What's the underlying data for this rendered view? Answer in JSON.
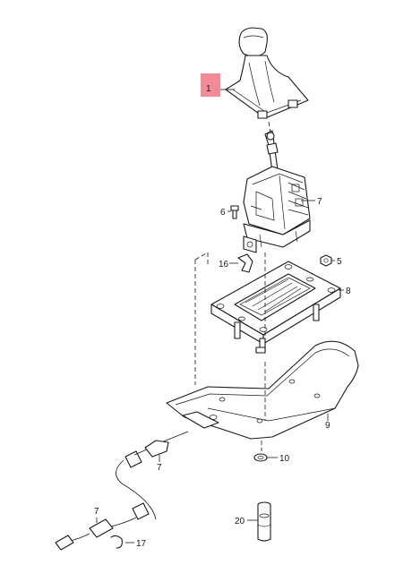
{
  "callouts": [
    {
      "id": "c1",
      "label": "1"
    },
    {
      "id": "c7a",
      "label": "7"
    },
    {
      "id": "c6",
      "label": "6"
    },
    {
      "id": "c16",
      "label": "16"
    },
    {
      "id": "c5",
      "label": "5"
    },
    {
      "id": "c8",
      "label": "8"
    },
    {
      "id": "c9",
      "label": "9"
    },
    {
      "id": "c10",
      "label": "10"
    },
    {
      "id": "c7b",
      "label": "7"
    },
    {
      "id": "c7c",
      "label": "7"
    },
    {
      "id": "c17",
      "label": "17"
    },
    {
      "id": "c20",
      "label": "20"
    }
  ],
  "highlight_color": "#f28b96",
  "line_color": "#1a1a1a"
}
